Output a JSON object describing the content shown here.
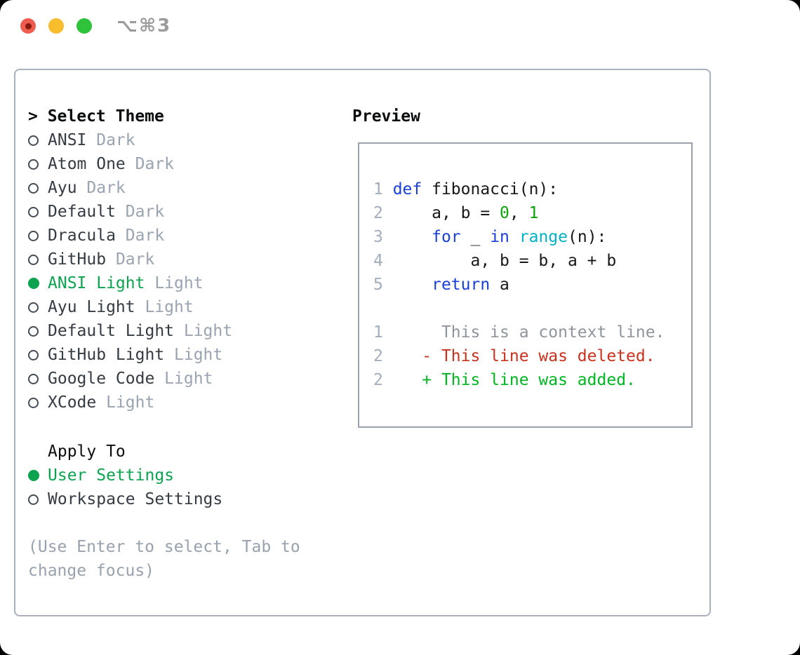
{
  "window": {
    "title": "⌥⌘3"
  },
  "theme_list": {
    "prompt_header": "> Select Theme",
    "items": [
      {
        "name": "ANSI",
        "variant": "Dark",
        "selected": false
      },
      {
        "name": "Atom One",
        "variant": "Dark",
        "selected": false
      },
      {
        "name": "Ayu",
        "variant": "Dark",
        "selected": false
      },
      {
        "name": "Default",
        "variant": "Dark",
        "selected": false
      },
      {
        "name": "Dracula",
        "variant": "Dark",
        "selected": false
      },
      {
        "name": "GitHub",
        "variant": "Dark",
        "selected": false
      },
      {
        "name": "ANSI Light",
        "variant": "Light",
        "selected": true
      },
      {
        "name": "Ayu Light",
        "variant": "Light",
        "selected": false
      },
      {
        "name": "Default Light",
        "variant": "Light",
        "selected": false
      },
      {
        "name": "GitHub Light",
        "variant": "Light",
        "selected": false
      },
      {
        "name": "Google Code",
        "variant": "Light",
        "selected": false
      },
      {
        "name": "XCode",
        "variant": "Light",
        "selected": false
      }
    ]
  },
  "apply_to": {
    "header": "Apply To",
    "options": [
      {
        "label": "User Settings",
        "selected": true
      },
      {
        "label": "Workspace Settings",
        "selected": false
      }
    ]
  },
  "help": {
    "line1": "(Use Enter to select, Tab to",
    "line2": "change focus)"
  },
  "preview": {
    "header": "Preview",
    "code_lines": [
      {
        "num": "1 ",
        "tokens": [
          {
            "text": "def",
            "color": "keyword"
          },
          {
            "text": " fibonacci(n):",
            "color": "default"
          }
        ]
      },
      {
        "num": "2 ",
        "tokens": [
          {
            "text": "    a, b = ",
            "color": "default"
          },
          {
            "text": "0",
            "color": "number"
          },
          {
            "text": ", ",
            "color": "default"
          },
          {
            "text": "1",
            "color": "number"
          }
        ]
      },
      {
        "num": "3 ",
        "tokens": [
          {
            "text": "    ",
            "color": "default"
          },
          {
            "text": "for",
            "color": "keyword"
          },
          {
            "text": " _ ",
            "color": "default"
          },
          {
            "text": "in",
            "color": "keyword"
          },
          {
            "text": " ",
            "color": "default"
          },
          {
            "text": "range",
            "color": "builtin"
          },
          {
            "text": "(n):",
            "color": "default"
          }
        ]
      },
      {
        "num": "4 ",
        "tokens": [
          {
            "text": "        a, b = b, a + b",
            "color": "default"
          }
        ]
      },
      {
        "num": "5 ",
        "tokens": [
          {
            "text": "    ",
            "color": "default"
          },
          {
            "text": "return",
            "color": "keyword"
          },
          {
            "text": " a",
            "color": "default"
          }
        ]
      }
    ],
    "diff_lines": [
      {
        "num": "1",
        "tokens": [
          {
            "text": "      This is a context line.",
            "color": "context"
          }
        ]
      },
      {
        "num": "2",
        "tokens": [
          {
            "text": "    - This line was deleted.",
            "color": "deleted"
          }
        ]
      },
      {
        "num": "2",
        "tokens": [
          {
            "text": "    + This line was added.",
            "color": "added"
          }
        ]
      }
    ]
  },
  "colors": {
    "keyword_blue": "#1a3fd8",
    "builtin_cyan": "#00b2c4",
    "number_green": "#0aa30a",
    "code_text": "#16181a",
    "line_number": "#a3aebc",
    "context_gray": "#8f959c",
    "deleted_red": "#c8321e",
    "added_green": "#00b422",
    "selected_green": "#0da24f",
    "item_text": "#343b42",
    "variant_gray": "#9aa4b0",
    "radio_outline": "#444c54",
    "help_gray": "#98a2ad",
    "panel_border": "#a9b2bc",
    "box_border": "#9aa3ad",
    "title_gray": "#9b9b9b",
    "traffic_red": "#f05b50",
    "traffic_red_dot": "#871a10",
    "traffic_yellow": "#f8bd2d",
    "traffic_green": "#2fc33b"
  }
}
